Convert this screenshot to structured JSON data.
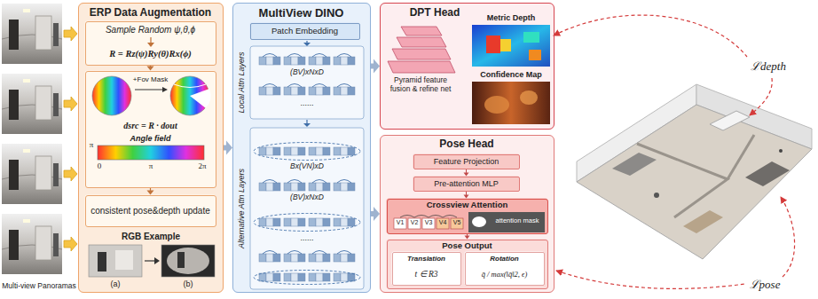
{
  "diagram": {
    "nodes": [
      {
        "text": [
          "ERP Data Augmentation"
        ]
      },
      {
        "text": [
          "Sample Random ψ,θ,ϕ",
          "R = Rz(ψ)Ry(θ)Rx(ϕ)"
        ],
        "in": 0
      },
      {
        "text": [
          "+Fov Mask",
          "dsrc = R · dout",
          "Angle field"
        ],
        "in": 0
      },
      {
        "text": [
          "consistent pose&depth update"
        ],
        "in": 0
      },
      {
        "text": [
          "MultiView DINO"
        ]
      },
      {
        "text": [
          "Patch Embedding"
        ],
        "in": 4
      },
      {
        "text": [
          "DPT Head"
        ]
      },
      {
        "text": [
          "Pose Head"
        ]
      },
      {
        "text": [
          "Feature Projection"
        ],
        "in": 7
      },
      {
        "text": [
          "Pre-attention MLP"
        ],
        "in": 7
      },
      {
        "text": [
          "Crossview Attention"
        ],
        "in": 7
      },
      {
        "text": [
          "Pose Output"
        ],
        "in": 7
      },
      {
        "text": [
          "Translation",
          "t ∈ R3"
        ],
        "in": 11
      },
      {
        "text": [
          "Rotation",
          "q̄ / max(‖q̄‖2, ϵ)"
        ],
        "in": 11
      }
    ],
    "edges": [
      {
        "from": 1,
        "to": 2,
        "arrow": "to"
      },
      {
        "from": 2,
        "to": 3,
        "arrow": "to"
      },
      {
        "from": 0,
        "to": 4,
        "arrow": "to"
      },
      {
        "from": 4,
        "to": 6,
        "arrow": "to"
      },
      {
        "from": 4,
        "to": 7,
        "arrow": "to"
      },
      {
        "from": 8,
        "to": 9,
        "arrow": "to"
      },
      {
        "from": 9,
        "to": 10,
        "arrow": "to"
      },
      {
        "from": 10,
        "to": 11,
        "arrow": "to"
      }
    ],
    "labels": [
      "Multi-view Panoramas",
      "π",
      "0",
      "π",
      "2π",
      "RGB Example",
      "(a)",
      "(b)",
      "Local Attn Layers",
      "(BV)xNxD",
      "......",
      "Alternative Attn Layers",
      "Bx(VN)xD",
      "(BV)xNxD",
      "......",
      "Pyramid feature fusion & refine net",
      "Metric Depth",
      "Confidence Map",
      "V1",
      "V2",
      "V3",
      "V4",
      "V5",
      "attention mask",
      "ℒdepth",
      "ℒpose"
    ]
  }
}
